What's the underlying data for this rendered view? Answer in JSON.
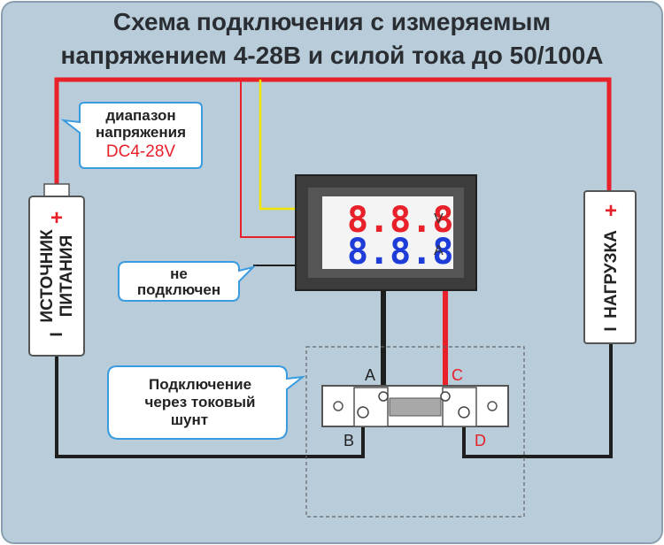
{
  "title": {
    "line1": "Схема подключения с измеряемым",
    "line2": "напряжением 4-28В и силой тока до 50/100А"
  },
  "callouts": {
    "voltage_range": {
      "line1": "диапазон",
      "line2": "напряжения",
      "value": "DC4-28V"
    },
    "not_connected": {
      "line1": "не",
      "line2": "подключен"
    },
    "shunt": {
      "line1": "Подключение",
      "line2": "через токовый",
      "line3": "шунт"
    }
  },
  "power_source": {
    "line1": "ИСТОЧНИК",
    "line2": "ПИТАНИЯ",
    "minus": "I",
    "plus": "+"
  },
  "load": {
    "label": "НАГРУЗКА",
    "minus": "I",
    "plus": "+"
  },
  "meter": {
    "voltage_reading": "8.8.8",
    "voltage_unit": "V",
    "current_reading": "8.8.8",
    "current_unit": "A"
  },
  "terminals": {
    "a": "A",
    "b": "B",
    "c": "C",
    "d": "D"
  },
  "colors": {
    "background": "#b8ccd9",
    "wire_red": "#e8202a",
    "wire_black": "#1e1e1e",
    "wire_yellow": "#f4e600",
    "callout_border": "#3a9be0",
    "voltage_digits": "#e8202a",
    "current_digits": "#1e3cd8"
  }
}
